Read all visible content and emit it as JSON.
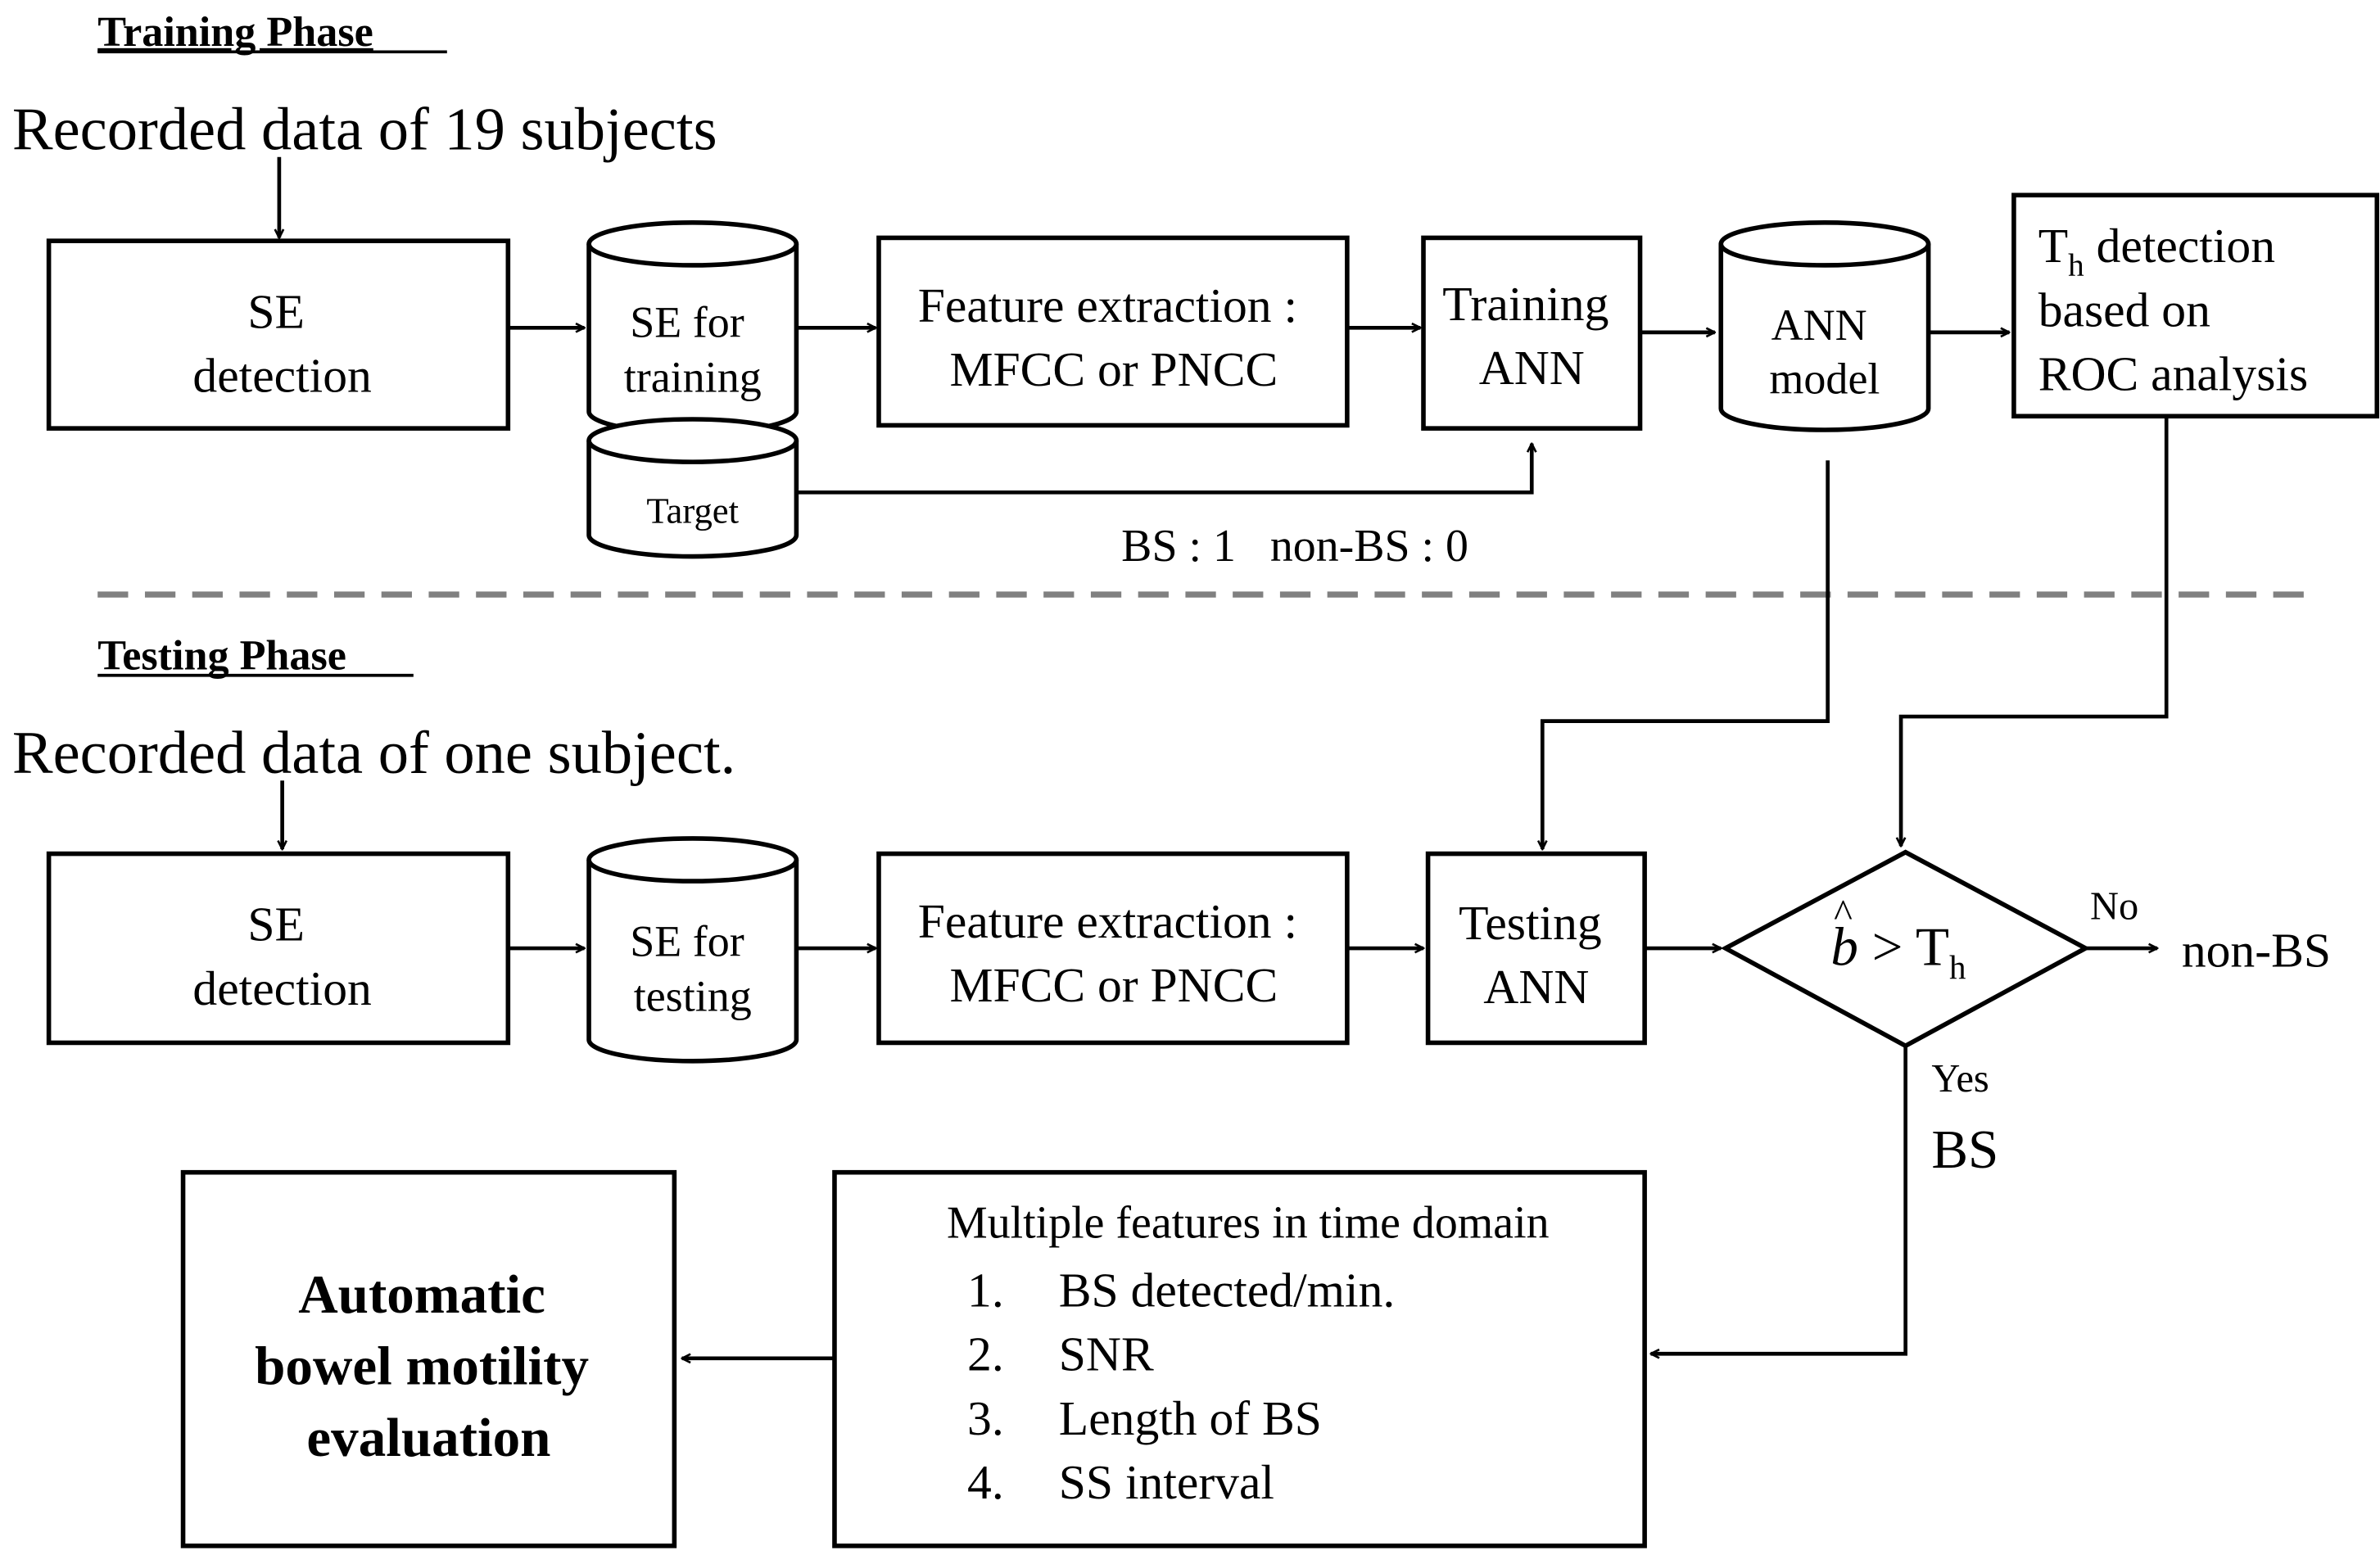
{
  "training": {
    "heading": "Training Phase",
    "input": "Recorded data of 19 subjects",
    "se_detection": [
      "SE",
      "detection"
    ],
    "se_store": [
      "SE for",
      "training"
    ],
    "target": "Target",
    "feature": [
      "Feature extraction :",
      "MFCC or PNCC"
    ],
    "train_ann": [
      "Training",
      "ANN"
    ],
    "ann_model": [
      "ANN",
      "model"
    ],
    "th_detect": {
      "line1_T": "T",
      "line1_sub": "h",
      "line1_rest": " detection",
      "line2": "based on",
      "line3": "ROC analysis"
    },
    "labels": "BS : 1   non-BS : 0"
  },
  "testing": {
    "heading": "Testing Phase",
    "input": "Recorded data of one subject.",
    "se_detection": [
      "SE",
      "detection"
    ],
    "se_store": [
      "SE for",
      "testing"
    ],
    "feature": [
      "Feature extraction :",
      "MFCC or PNCC"
    ],
    "test_ann": [
      "Testing",
      "ANN"
    ],
    "decision": {
      "b": "b",
      "hat": "^",
      "op": " > T",
      "sub": "h"
    },
    "no_label": "No",
    "non_bs": "non-BS",
    "yes_label": "Yes",
    "bs": "BS",
    "features": {
      "title": "Multiple features in time domain",
      "items": [
        {
          "num": "1.",
          "text": "BS detected/min."
        },
        {
          "num": "2.",
          "text": "SNR"
        },
        {
          "num": "3.",
          "text": "Length of BS"
        },
        {
          "num": "4.",
          "text": "SS interval"
        }
      ]
    },
    "evaluation": [
      "Automatic",
      "bowel motility",
      "evaluation"
    ]
  },
  "colors": {
    "ink": "#000000",
    "divider": "#808080"
  }
}
